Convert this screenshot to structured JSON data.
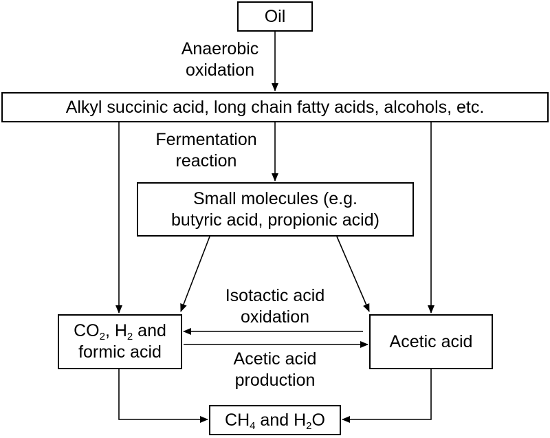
{
  "nodes": {
    "oil": "Oil",
    "intermediates": "Alkyl succinic acid, long chain fatty acids, alcohols, etc.",
    "small_molecules": {
      "line1": "Small molecules (e.g.",
      "line2": "butyric acid, propionic acid)"
    },
    "co2_h2_formic": {
      "co": "CO",
      "co_sub": "2",
      "h": ", H",
      "h_sub": "2",
      "and": " and",
      "line2": "formic acid"
    },
    "acetic_acid": "Acetic acid",
    "ch4_h2o": {
      "ch": "CH",
      "ch_sub": "4",
      "and_h": " and H",
      "h_sub": "2",
      "o": "O"
    }
  },
  "edge_labels": {
    "anaerobic_oxidation": {
      "line1": "Anaerobic",
      "line2": "oxidation"
    },
    "fermentation_reaction": {
      "line1": "Fermentation",
      "line2": "reaction"
    },
    "isotactic_acid_oxidation": {
      "line1": "Isotactic acid",
      "line2": "oxidation"
    },
    "acetic_acid_production": {
      "line1": "Acetic acid",
      "line2": "production"
    }
  }
}
